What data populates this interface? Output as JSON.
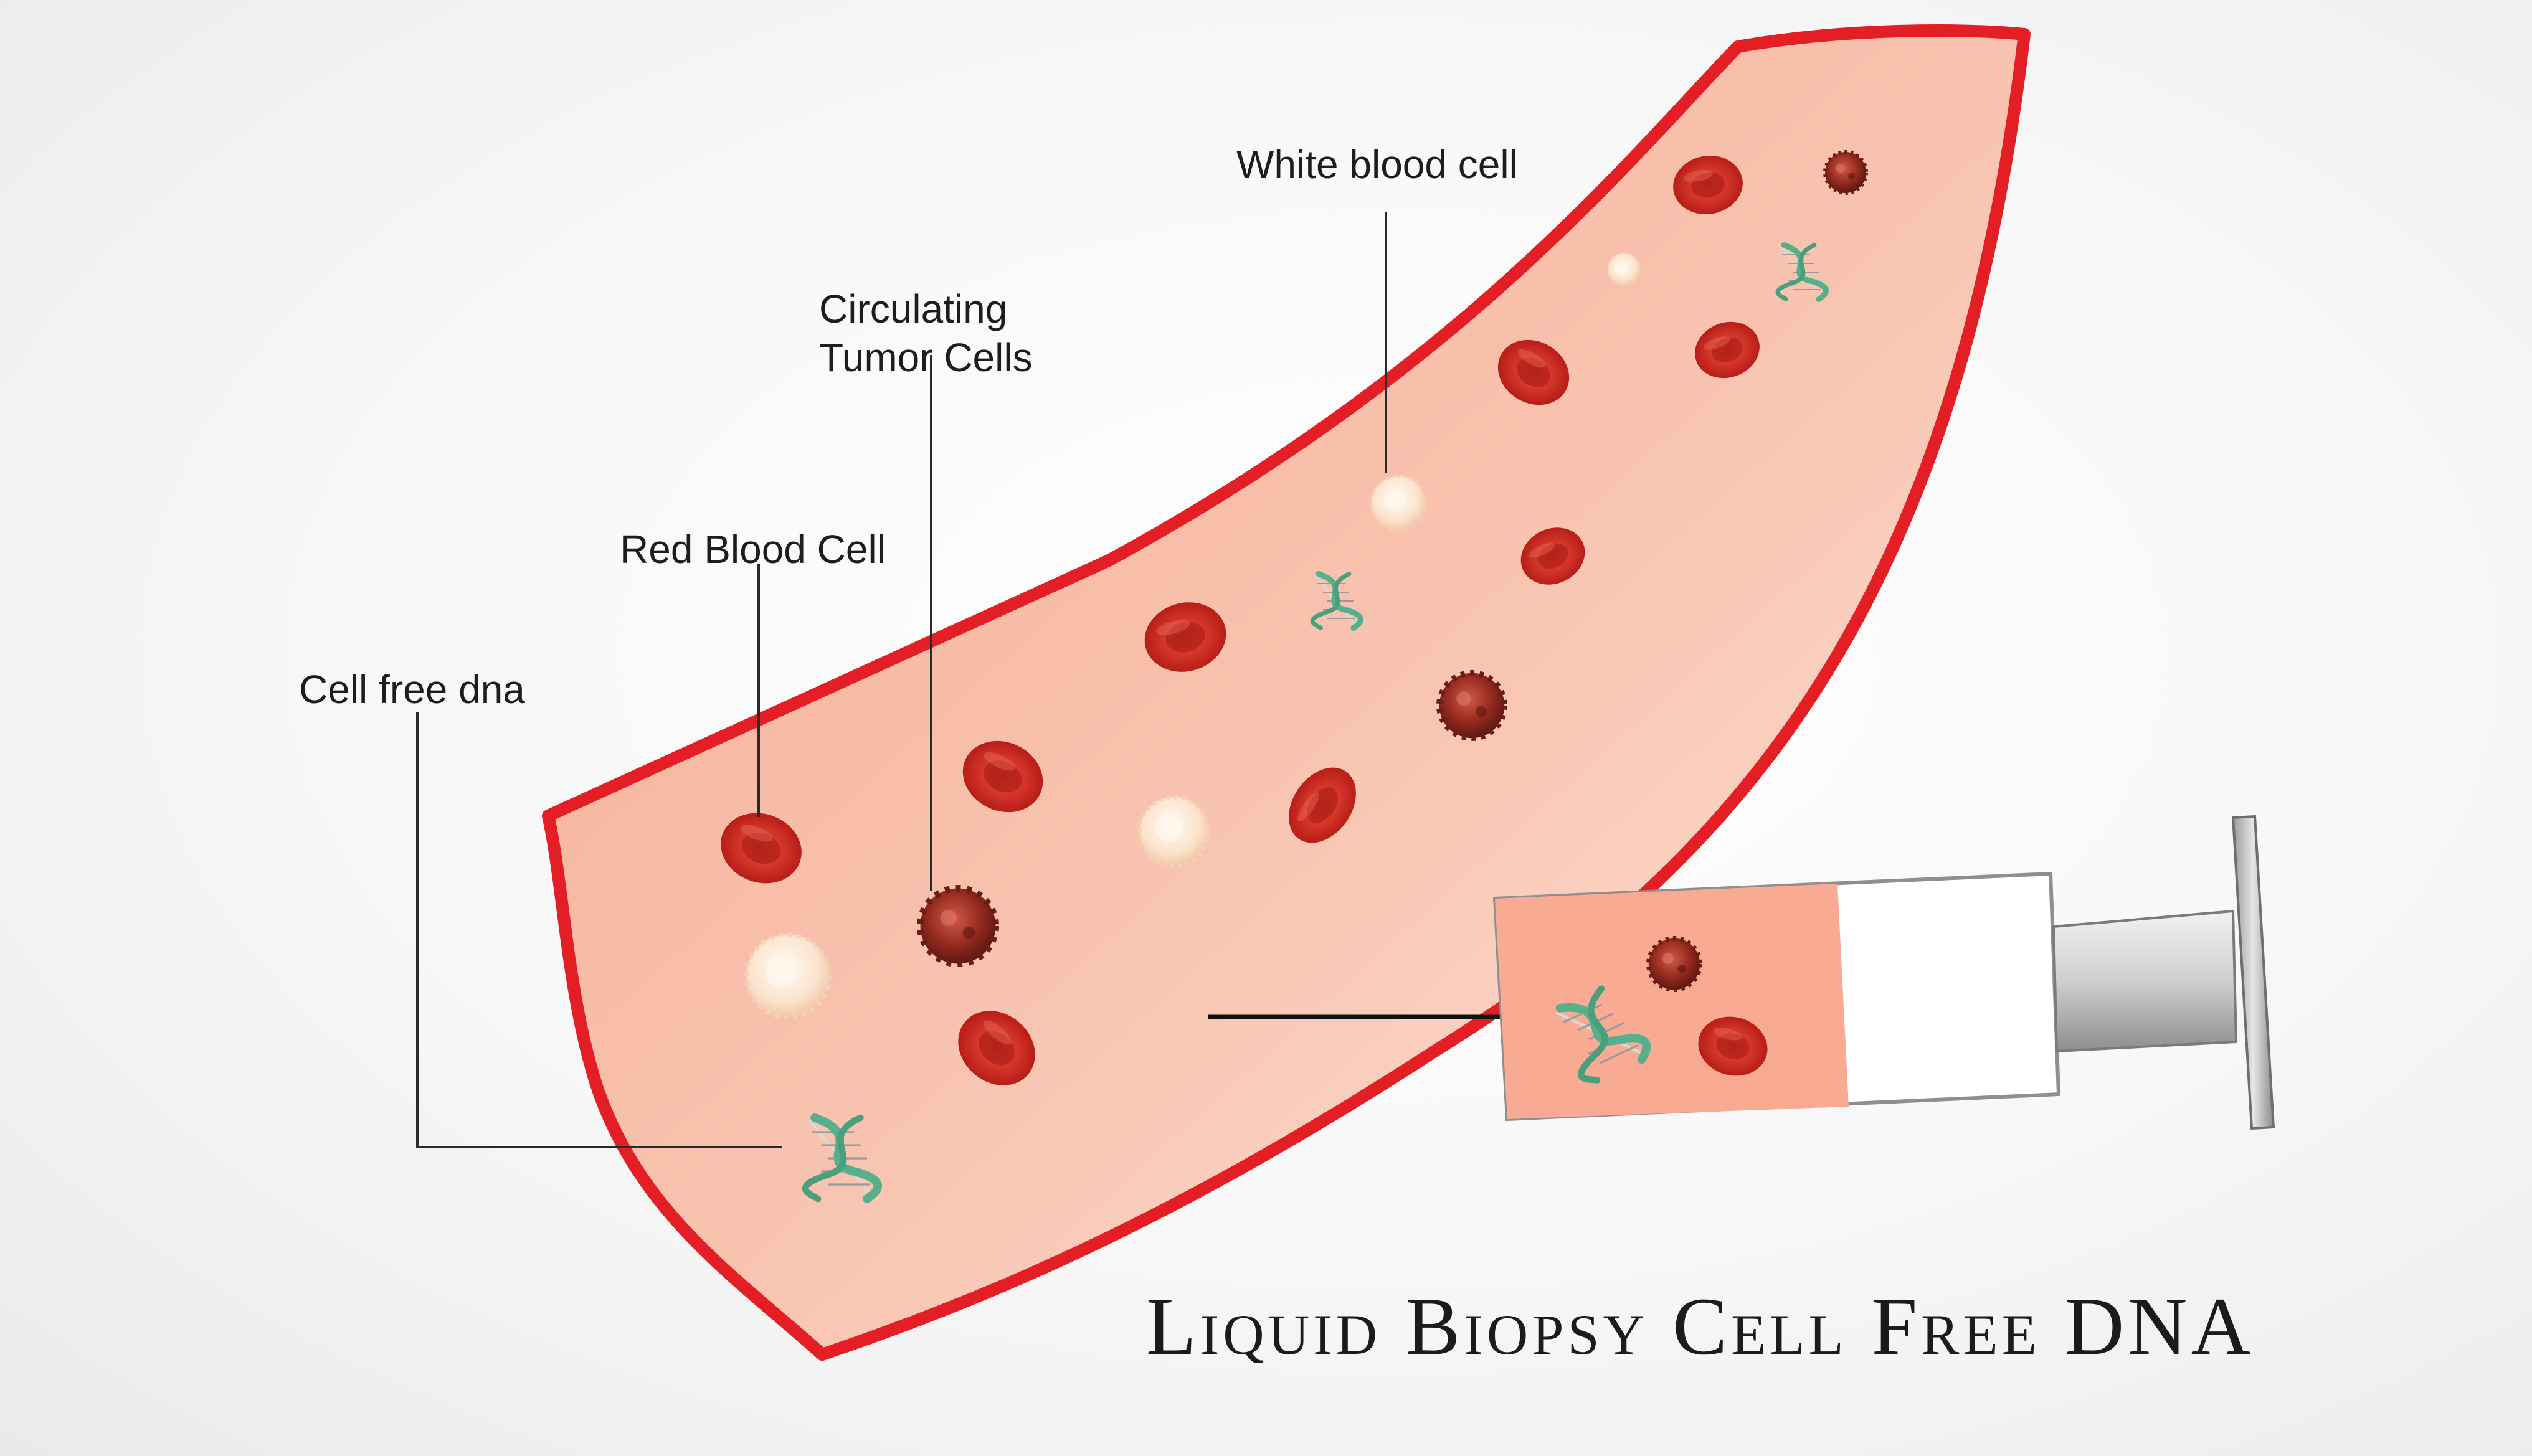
{
  "labels": {
    "white_blood_cell": "White blood cell",
    "circulating_tumor_cells_line1": "Circulating",
    "circulating_tumor_cells_line2": "Tumor Cells",
    "red_blood_cell": "Red Blood Cell",
    "cell_free_dna": "Cell free dna"
  },
  "title": "Liquid Biopsy Cell Free DNA",
  "colors": {
    "vessel_wall": "#e31e24",
    "plasma": "#f7b9a6",
    "red_blood_cell": "#c8261e",
    "tumor_cell": "#8a2a1e",
    "white_blood_cell": "#fbe8d6",
    "dna_strand": "#56b08c",
    "syringe_fluid": "#f8ab92"
  },
  "icons": [
    "red-blood-cell-icon",
    "white-blood-cell-icon",
    "tumor-cell-icon",
    "dna-helix-icon",
    "syringe-icon"
  ]
}
